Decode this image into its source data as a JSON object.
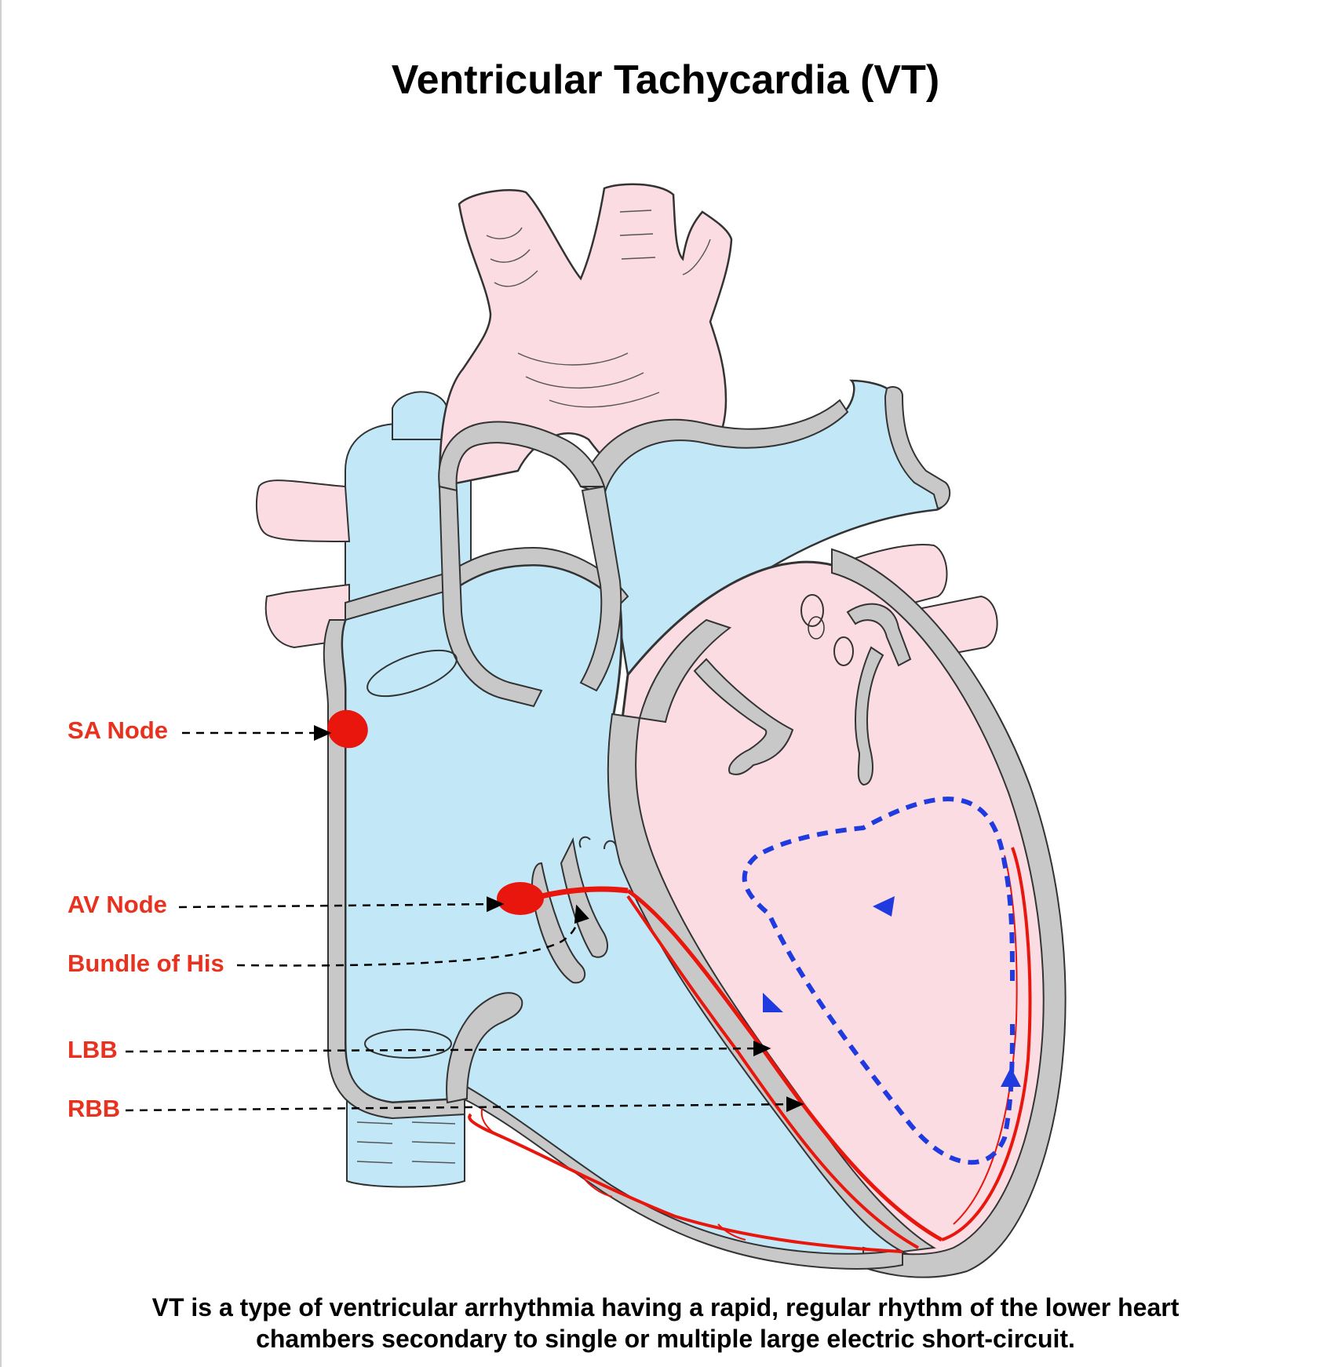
{
  "title": "Ventricular Tachycardia (VT)",
  "caption_line1": "VT is a type of ventricular arrhythmia having a rapid, regular rhythm of the lower heart",
  "caption_line2": "chambers secondary to single or multiple large electric short-circuit.",
  "labels": {
    "sa_node": "SA Node",
    "av_node": "AV Node",
    "bundle_of_his": "Bundle of His",
    "lbb": "LBB",
    "rbb": "RBB"
  },
  "colors": {
    "oxygenated": "#fadce2",
    "deoxygenated": "#c2e8f8",
    "wall": "#c8c8c8",
    "conduction": "#e8160c",
    "circuit": "#1f3be0",
    "label": "#e8321f"
  }
}
